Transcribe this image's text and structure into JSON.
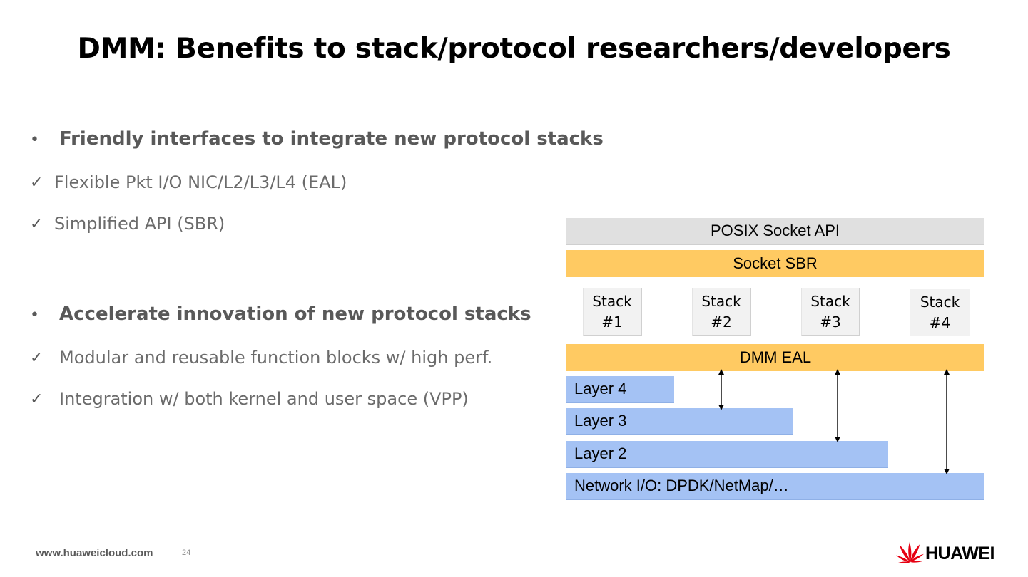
{
  "slide": {
    "title": "DMM: Benefits to stack/protocol researchers/developers",
    "bullets": [
      {
        "marker": "•",
        "text": "Friendly interfaces to integrate new protocol stacks",
        "subitems": [
          {
            "marker": "✓",
            "text": "Flexible Pkt I/O NIC/L2/L3/L4 (EAL)"
          },
          {
            "marker": "✓",
            "text": "Simplified API (SBR)"
          }
        ]
      },
      {
        "marker": "•",
        "text": "Accelerate innovation of new protocol stacks",
        "subitems": [
          {
            "marker": "✓",
            "text": "Modular and reusable function blocks w/ high perf."
          },
          {
            "marker": "✓",
            "text": "Integration w/ both kernel and user space (VPP)"
          }
        ]
      }
    ]
  },
  "diagram": {
    "posix": "POSIX Socket API",
    "sbr": "Socket SBR",
    "stacks": [
      {
        "line1": "Stack",
        "line2": "#1"
      },
      {
        "line1": "Stack",
        "line2": "#2"
      },
      {
        "line1": "Stack",
        "line2": "#3"
      },
      {
        "line1": "Stack",
        "line2": "#4"
      }
    ],
    "eal": "DMM EAL",
    "layers": {
      "l4": "Layer 4",
      "l3": "Layer 3",
      "l2": "Layer 2",
      "network": "Network I/O: DPDK/NetMap/…"
    },
    "colors": {
      "orange": "#ffca62",
      "blue": "#a4c2f4",
      "gray": "#e0e0e0"
    }
  },
  "footer": {
    "url": "www.huaweicloud.com",
    "page_number": "24",
    "logo_text": "HUAWEI",
    "logo_color": "#e60012"
  }
}
